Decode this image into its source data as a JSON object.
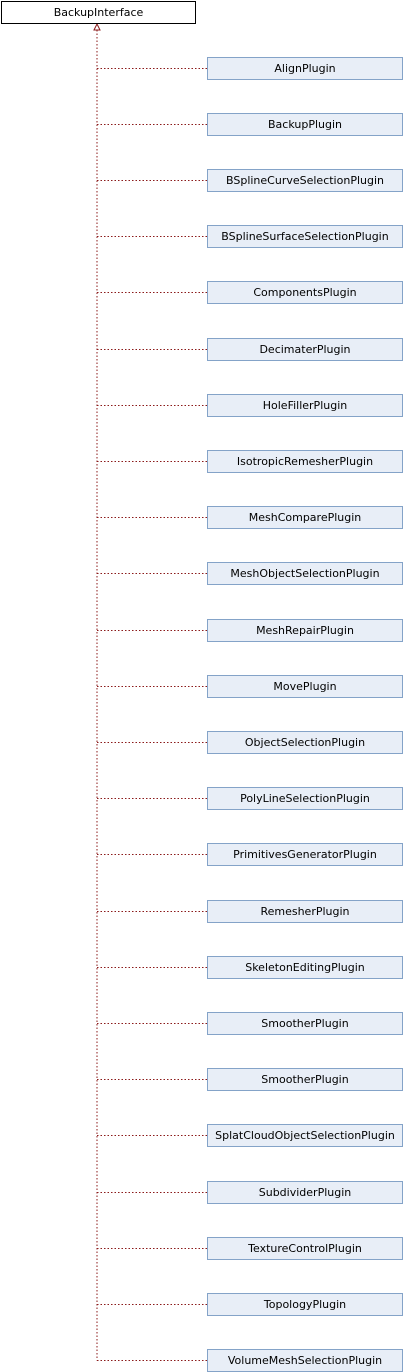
{
  "diagram": {
    "base": "BackupInterface",
    "derived": [
      "AlignPlugin",
      "BackupPlugin",
      "BSplineCurveSelectionPlugin",
      "BSplineSurfaceSelectionPlugin",
      "ComponentsPlugin",
      "DecimaterPlugin",
      "HoleFillerPlugin",
      "IsotropicRemesherPlugin",
      "MeshComparePlugin",
      "MeshObjectSelectionPlugin",
      "MeshRepairPlugin",
      "MovePlugin",
      "ObjectSelectionPlugin",
      "PolyLineSelectionPlugin",
      "PrimitivesGeneratorPlugin",
      "RemesherPlugin",
      "SkeletonEditingPlugin",
      "SmootherPlugin",
      "SmootherPlugin",
      "SplatCloudObjectSelectionPlugin",
      "SubdividerPlugin",
      "TextureControlPlugin",
      "TopologyPlugin",
      "VolumeMeshSelectionPlugin"
    ],
    "colors": {
      "node_fill": "#e8eef7",
      "node_border": "#84a3c8",
      "edge": "#8b1a1a",
      "base_border": "#000000"
    }
  }
}
